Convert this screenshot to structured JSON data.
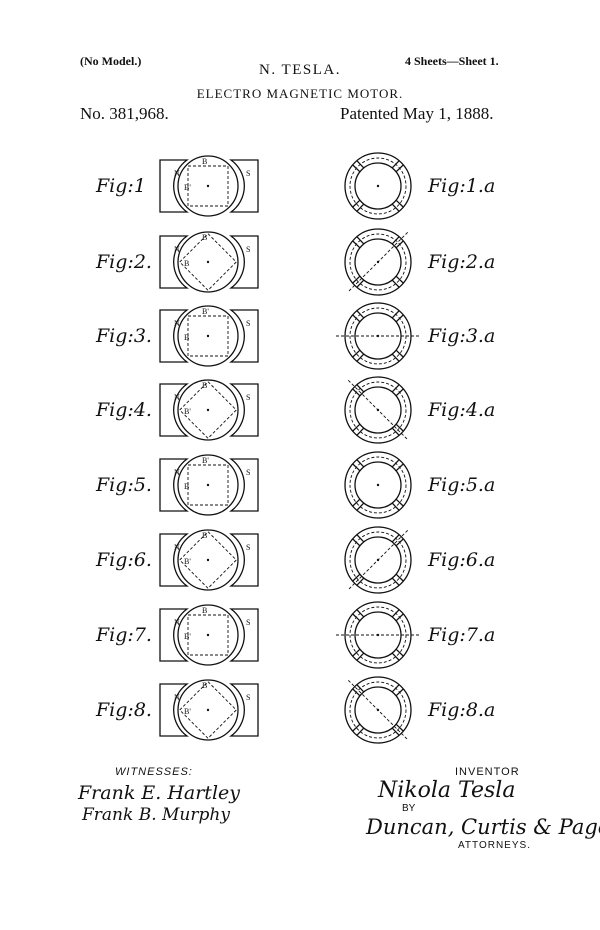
{
  "header": {
    "no_model": "(No Model.)",
    "sheets": "4 Sheets—Sheet 1.",
    "inventor_name": "N. TESLA.",
    "title": "ELECTRO MAGNETIC MOTOR.",
    "patent_number": "No. 381,968.",
    "patented": "Patented May 1, 1888."
  },
  "left_figures": [
    {
      "label": "Fig:1",
      "rotated": false,
      "letters": {
        "n": "N",
        "s": "S",
        "b1": "B",
        "b2": "B'"
      }
    },
    {
      "label": "Fig:2.",
      "rotated": true,
      "letters": {
        "n": "N",
        "s": "S",
        "b1": "B",
        "b2": "B"
      }
    },
    {
      "label": "Fig:3.",
      "rotated": false,
      "letters": {
        "n": "N",
        "s": "S",
        "b1": "B'",
        "b2": "B"
      }
    },
    {
      "label": "Fig:4.",
      "rotated": true,
      "letters": {
        "n": "N",
        "s": "S",
        "b1": "B",
        "b2": "B'"
      }
    },
    {
      "label": "Fig:5.",
      "rotated": false,
      "letters": {
        "n": "N",
        "s": "S",
        "b1": "B'",
        "b2": "B"
      }
    },
    {
      "label": "Fig:6.",
      "rotated": true,
      "letters": {
        "n": "N",
        "s": "S",
        "b1": "B",
        "b2": "B'"
      }
    },
    {
      "label": "Fig:7.",
      "rotated": false,
      "letters": {
        "n": "N",
        "s": "S",
        "b1": "B",
        "b2": "B'"
      }
    },
    {
      "label": "Fig:8.",
      "rotated": true,
      "letters": {
        "n": "N",
        "s": "S",
        "b1": "B",
        "b2": "B'"
      }
    }
  ],
  "right_figures": [
    {
      "label": "Fig:1.a"
    },
    {
      "label": "Fig:2.a"
    },
    {
      "label": "Fig:3.a"
    },
    {
      "label": "Fig:4.a"
    },
    {
      "label": "Fig:5.a"
    },
    {
      "label": "Fig:6.a"
    },
    {
      "label": "Fig:7.a"
    },
    {
      "label": "Fig:8.a"
    }
  ],
  "footer": {
    "witnesses_label": "WITNESSES:",
    "witness_1": "Frank E. Hartley",
    "witness_2": "Frank B. Murphy",
    "inventor_label": "INVENTOR",
    "inventor_signature": "Nikola Tesla",
    "by": "BY",
    "attorney_signature": "Duncan, Curtis & Page",
    "attorneys_label": "ATTORNEYS."
  }
}
